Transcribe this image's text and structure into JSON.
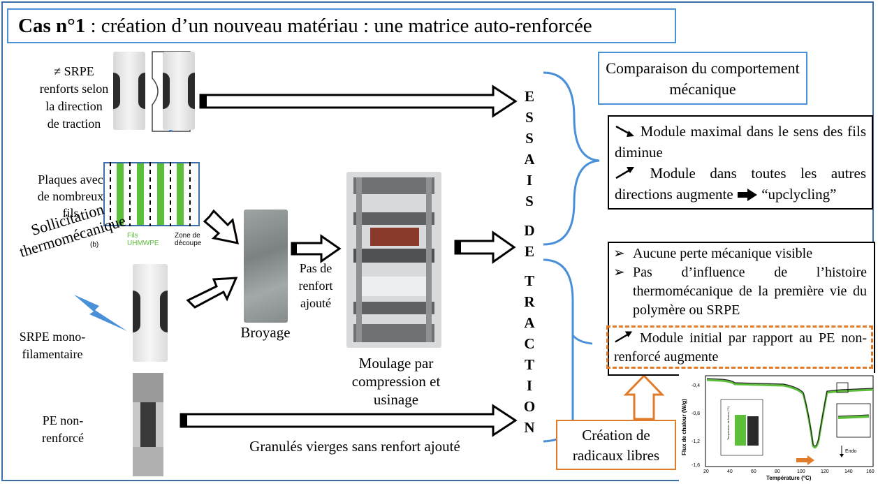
{
  "title": {
    "bold": "Cas n°1",
    "rest": " : création d’un nouveau matériau : une matrice auto-renforcée"
  },
  "left": {
    "srpe_dir": "≠ SRPE renforts selon la direction de traction",
    "plaques": "Plaques avec de nombreux fils",
    "fils_label": "Fils UHMWPE",
    "zone_label": "Zone de découpe",
    "b_label": "(b)",
    "sollicitation": "Sollicitation thermomécanique",
    "srpe_mono": "SRPE mono-filamentaire",
    "pe_non": "PE non-renforcé"
  },
  "center": {
    "broyage": "Broyage",
    "pas_renfort": "Pas de renfort ajouté",
    "moulage": "Moulage par compression et usinage",
    "granules": "Granulés vierges sans renfort ajouté"
  },
  "vertical_text": [
    "E",
    "S",
    "S",
    "A",
    "I",
    "S",
    "",
    "D",
    "E",
    "",
    "T",
    "R",
    "A",
    "C",
    "T",
    "I",
    "O",
    "N"
  ],
  "right": {
    "comparaison": "Comparaison du comportement mécanique",
    "box1_line1": "Module maximal dans le sens des fils diminue",
    "box1_line2": "Module dans toutes les autres directions augmente",
    "box1_upcycling": "“upclycling”",
    "bullet1": "Aucune perte mécanique visible",
    "bullet2": "Pas d’influence de l’histoire thermomécanique de la première vie du polymère ou SRPE",
    "module_initial": "Module initial par rapport au PE non-renforcé augmente",
    "creation": "Création de radicaux libres"
  },
  "dsc": {
    "ylabel": "Flux de chaleur (W/g)",
    "xlabel": "Température (°C)",
    "yticks": [
      "-0,4",
      "-0,8",
      "-1,2",
      "-1,6"
    ],
    "xticks": [
      "20",
      "40",
      "60",
      "80",
      "100",
      "120",
      "140",
      "160"
    ],
    "endo": "Endo",
    "inset_label": "Température de fusion (°C)"
  },
  "colors": {
    "frame": "#3d6ea8",
    "accent_blue": "#4a90d9",
    "orange": "#e07b2a",
    "green": "#5cbf3a"
  }
}
